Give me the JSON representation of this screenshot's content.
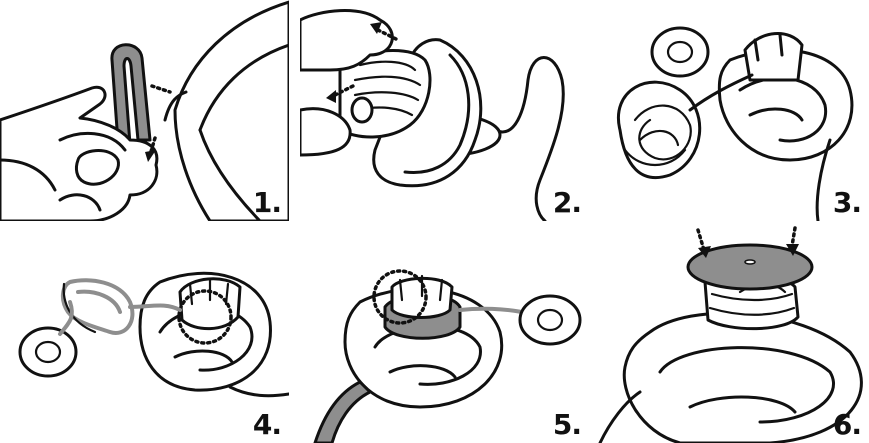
{
  "steps": [
    {
      "label": "1."
    },
    {
      "label": "2."
    },
    {
      "label": "3."
    },
    {
      "label": "4."
    },
    {
      "label": "5."
    },
    {
      "label": "6."
    }
  ],
  "colors": {
    "line": "#111111",
    "fill_gray": "#8e8e8e",
    "background": "#ffffff"
  },
  "icons": [
    "hand-icon",
    "clip-icon",
    "cable-icon",
    "coil-icon",
    "search-coil-icon",
    "cap-icon",
    "dotted-arrow-icon",
    "dotted-circle-icon"
  ]
}
